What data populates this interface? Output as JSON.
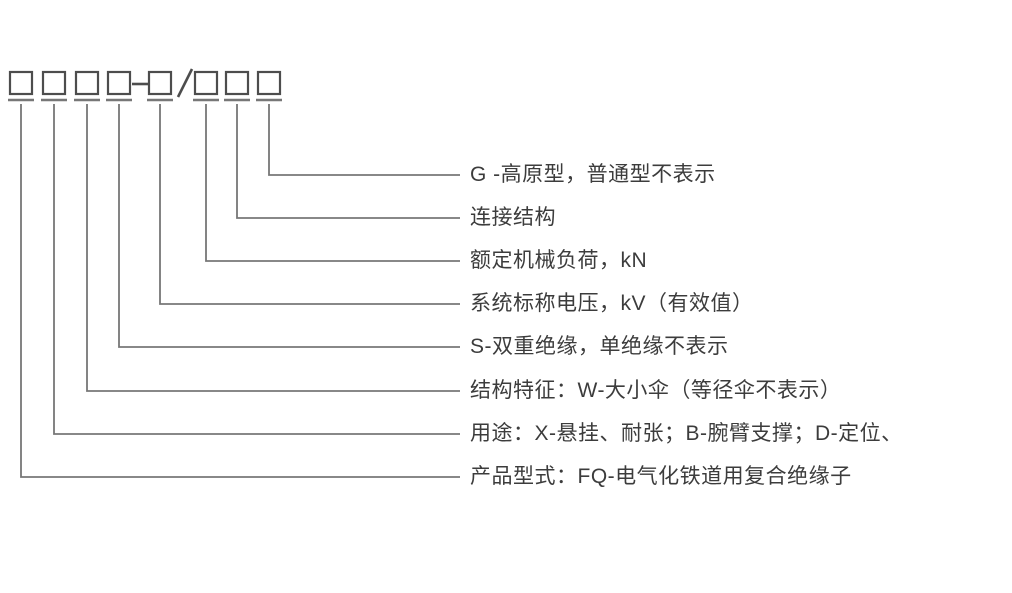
{
  "diagram": {
    "name": "composite-insulator-model-designation",
    "pattern": "□□□□-□/□□□",
    "separators": {
      "dash": "-",
      "slash": "/"
    },
    "labels": [
      {
        "text": "G -高原型，普通型不表示"
      },
      {
        "text": "连接结构"
      },
      {
        "text": "额定机械负荷，kN"
      },
      {
        "text": "系统标称电压，kV（有效值）"
      },
      {
        "text": "S-双重绝缘，单绝缘不表示"
      },
      {
        "text": "结构特征：W-大小伞（等径伞不表示）"
      },
      {
        "text": "用途：X-悬挂、耐张；B-腕臂支撑；D-定位、"
      },
      {
        "text": "产品型式：FQ-电气化铁道用复合绝缘子"
      }
    ]
  },
  "colors": {
    "background": "#ffffff",
    "connector_line": "#777777",
    "box_border": "#4d4d4d",
    "text": "#3c3c3c"
  }
}
